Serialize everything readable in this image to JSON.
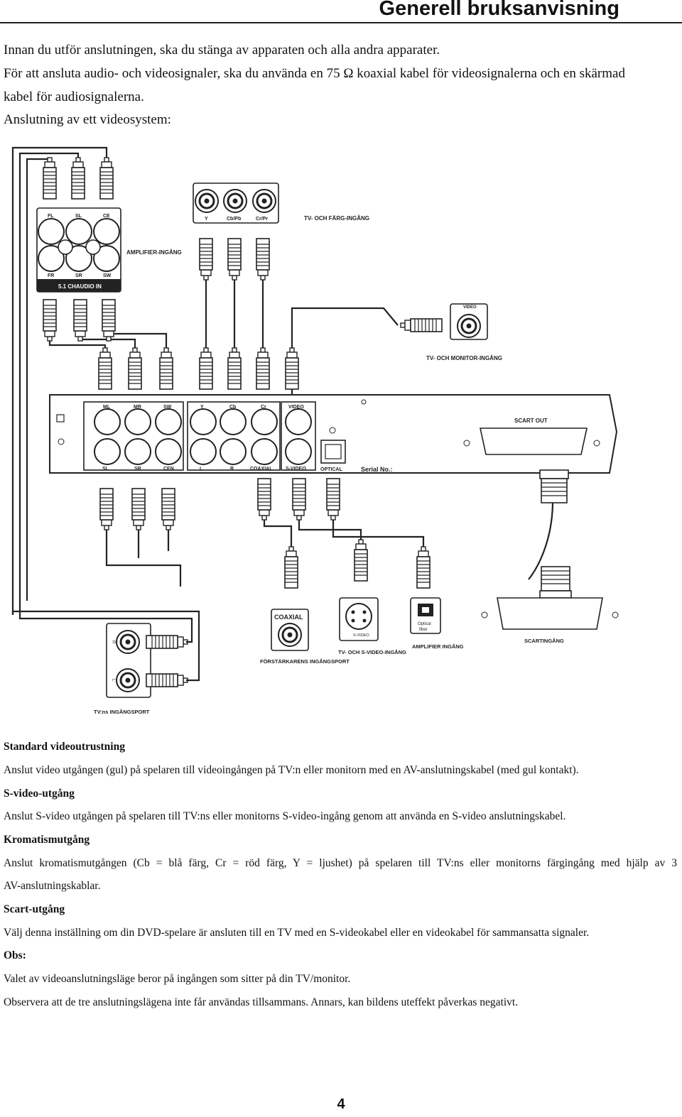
{
  "header": {
    "title": "Generell bruksanvisning"
  },
  "intro": {
    "line1": "Innan du utför anslutningen, ska du stänga av apparaten och alla andra apparater.",
    "line2": "För att ansluta audio- och videosignaler, ska du använda en 75 Ω koaxial kabel för videosignalerna och en skärmad",
    "line3": "kabel för audiosignalerna.",
    "line4": "Anslutning av ett videosystem:"
  },
  "diagram": {
    "amp_top_labels": [
      "FL",
      "SL",
      "CE"
    ],
    "amp_bottom_labels": [
      "FR",
      "SR",
      "SW"
    ],
    "amp_input_label": "AMPLIFIER-INGÅNG",
    "amp_bar_label": "5.1 CHAUDIO IN",
    "tv_comp_labels": [
      "Y",
      "Cb/Pb",
      "Cr/Pr"
    ],
    "tv_comp_caption": "TV- OCH FÄRG-INGÅNG",
    "video_label": "VIDEO",
    "tv_monitor_caption": "TV- OCH MONITOR-INGÅNG",
    "panel_top_labels_a": [
      "ML",
      "MR",
      "SW"
    ],
    "panel_top_labels_b": [
      "Y",
      "Cb",
      "Cr"
    ],
    "panel_video_label": "VIDEO",
    "panel_bottom_labels_a": [
      "SL",
      "SR",
      "CEN"
    ],
    "panel_bottom_labels_b": [
      "L",
      "R",
      "COAXIAL"
    ],
    "panel_svideo_label": "S-VIDEO",
    "panel_optical_label": "OPTICAL",
    "serial_label": "Serial No.:",
    "scart_out_label": "SCART OUT",
    "coaxial_label": "COAXIAL",
    "amp_port_caption": "FÖRSTÄRKARENS INGÅNGSPORT",
    "svideo_small_label": "S-VIDEO",
    "svideo_caption": "TV- OCH S-VIDEO-INGÅNG",
    "optical_label_1": "Optical",
    "optical_label_2": "fiber",
    "amp_ingang_caption": "AMPLIFIER INGÅNG",
    "scart_in_caption": "SCARTINGÅNG",
    "tv_port_r": "R",
    "tv_port_l": "L",
    "tv_port_caption": "TV:ns INGÅNGSPORT"
  },
  "sections": [
    {
      "heading": "Standard videoutrustning",
      "text": "Anslut video utgången (gul) på spelaren till videoingången på TV:n eller monitorn med en AV-anslutningskabel (med gul kontakt)."
    },
    {
      "heading": "S-video-utgång",
      "text": "Anslut S-video utgången på spelaren till TV:ns eller monitorns S-video-ingång genom att använda en S-video anslutningskabel."
    },
    {
      "heading": "Kromatismutgång",
      "text": "Anslut kromatismutgången (Cb = blå färg, Cr = röd färg, Y = ljushet) på spelaren till TV:ns eller monitorns färgingång med hjälp av 3",
      "text2": "AV-anslutningskablar."
    },
    {
      "heading": "Scart-utgång",
      "text": "Välj denna inställning om din DVD-spelare är ansluten till en TV med en S-videokabel eller en videokabel för sammansatta signaler."
    },
    {
      "heading": "Obs:",
      "text": "Valet av videoanslutningsläge beror på ingången som sitter på din TV/monitor.",
      "text2": "Observera att de tre anslutningslägena inte får användas tillsammans. Annars, kan bildens uteffekt påverkas negativt."
    }
  ],
  "footer": {
    "page_number": "4"
  }
}
